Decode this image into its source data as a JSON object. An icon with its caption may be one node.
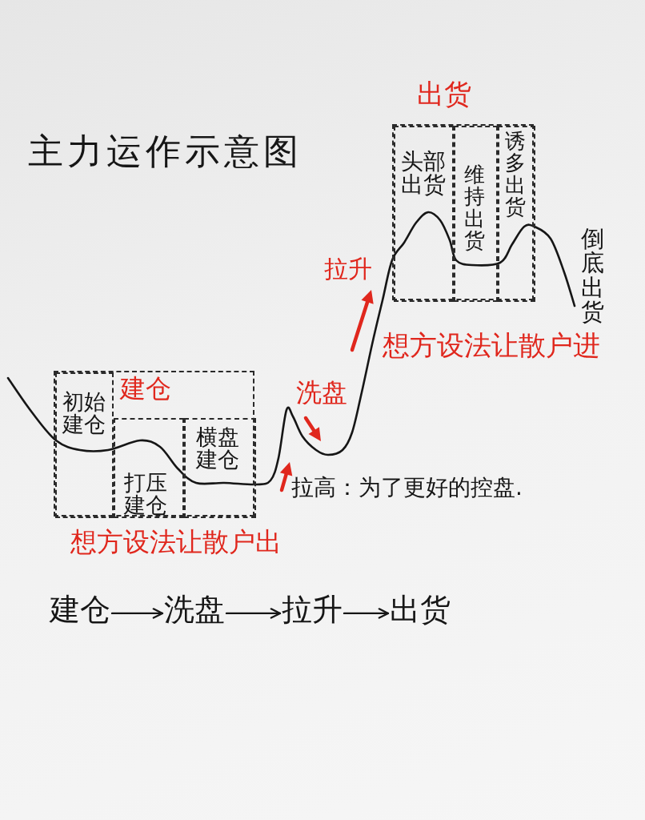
{
  "diagram": {
    "title": "主力运作示意图",
    "nodes": [
      {
        "text": [
          "出货"
        ]
      },
      {
        "text": [
          "头部出货"
        ],
        "in": 0
      },
      {
        "text": [
          "维持出货"
        ],
        "in": 0
      },
      {
        "text": [
          "诱多出货"
        ],
        "in": 0
      },
      {
        "text": [
          "建仓"
        ]
      },
      {
        "text": [
          "初始建仓"
        ],
        "in": 4
      },
      {
        "text": [
          "打压建仓"
        ],
        "in": 4
      },
      {
        "text": [
          "横盘建仓"
        ],
        "in": 4
      },
      {
        "text": [
          "建仓"
        ]
      },
      {
        "text": [
          "洗盘"
        ]
      },
      {
        "text": [
          "拉升"
        ]
      },
      {
        "text": [
          "出货"
        ]
      }
    ],
    "edges": [
      {
        "from": 8,
        "to": 9,
        "arrow": "to"
      },
      {
        "from": 9,
        "to": 10,
        "arrow": "to"
      },
      {
        "from": 10,
        "to": 11,
        "arrow": "to"
      }
    ],
    "labels": [
      "倒底出货",
      "拉升",
      "想方设法让散户进",
      "洗盘",
      "拉高：为了更好的控盘.",
      "想方设法让散户出"
    ]
  }
}
